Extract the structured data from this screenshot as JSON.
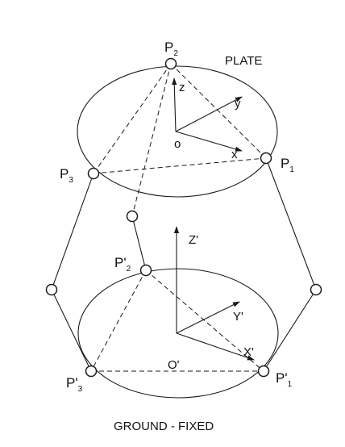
{
  "labels": {
    "plate": "PLATE",
    "ground": "GROUND - FIXED",
    "p1": {
      "base": "P",
      "sub": "1"
    },
    "p2": {
      "base": "P",
      "sub": "2"
    },
    "p3": {
      "base": "P",
      "sub": "3"
    },
    "p1_prime": {
      "base": "P'",
      "sub": "1"
    },
    "p2_prime": {
      "base": "P'",
      "sub": "2"
    },
    "p3_prime": {
      "base": "P'",
      "sub": "3"
    },
    "origin_plate": "o",
    "origin_ground": "O'",
    "axis_x": "x",
    "axis_y": "y",
    "axis_z": "z",
    "axis_X": "X'",
    "axis_Y": "Y'",
    "axis_Z": "Z'"
  }
}
